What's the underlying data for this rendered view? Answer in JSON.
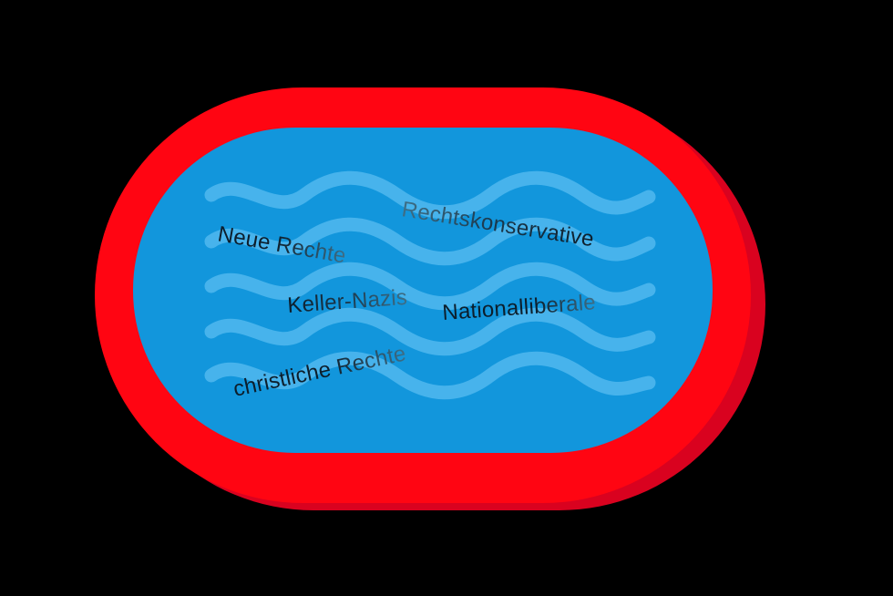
{
  "colors": {
    "background": "#000000",
    "pool_rim": "#ff0512",
    "pool_rim_shadow": "#d9021f",
    "pool_water": "#1296dc",
    "waves": "#4db7ee",
    "label_dark": "#0c1e2c",
    "label_faded": "#3e6f88"
  },
  "labels": {
    "neue_rechte": "Neue Rechte",
    "rechtskonservative": "Rechtskonservative",
    "keller_nazis": "Keller-Nazis",
    "nationalliberale": "Nationalliberale",
    "christliche_rechte": "christliche Rechte"
  }
}
